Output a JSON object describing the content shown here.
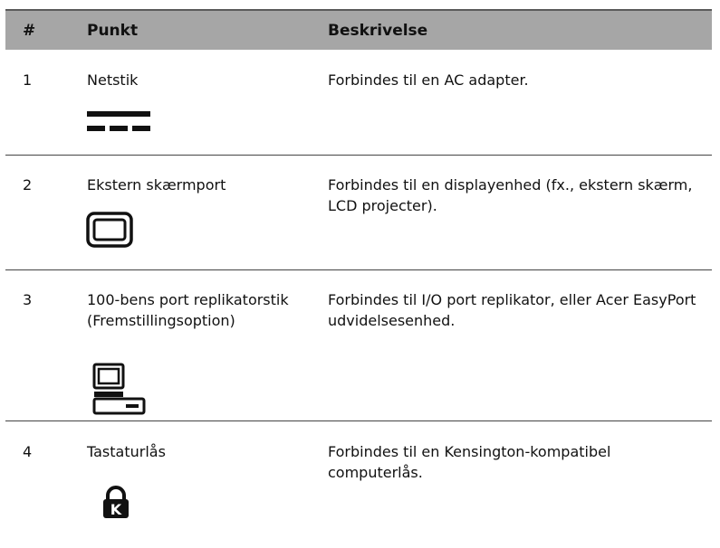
{
  "table": {
    "headers": {
      "num": "#",
      "item": "Punkt",
      "desc": "Beskrivelse"
    },
    "rows": [
      {
        "num": "1",
        "item": "Netstik",
        "desc": "Forbindes til en AC adapter.",
        "icon": "dc-power-icon"
      },
      {
        "num": "2",
        "item": "Ekstern skærmport",
        "desc": "Forbindes til en displayenhed (fx., ekstern skærm, LCD projecter).",
        "icon": "monitor-port-icon"
      },
      {
        "num": "3",
        "item": "100-bens port replikatorstik (Fremstillingsoption)",
        "desc": "Forbindes til I/O port replikator, eller Acer EasyPort udvidelsesenhed.",
        "icon": "port-replicator-icon"
      },
      {
        "num": "4",
        "item": "Tastaturlås",
        "desc": "Forbindes til en Kensington-kompatibel computerlås.",
        "icon": "kensington-lock-icon"
      }
    ],
    "lock_letter": "K"
  }
}
